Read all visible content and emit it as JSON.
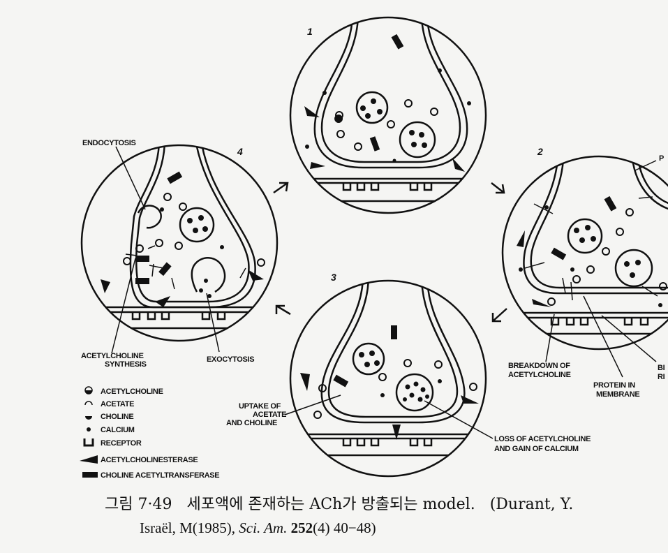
{
  "stage_numbers": [
    "1",
    "2",
    "3",
    "4"
  ],
  "labels": {
    "endocytosis": "ENDOCYTOSIS",
    "ach_synthesis_1": "ACETYLCHOLINE",
    "ach_synthesis_2": "SYNTHESIS",
    "exocytosis": "EXOCYTOSIS",
    "uptake_1": "UPTAKE OF",
    "uptake_2": "ACETATE",
    "uptake_3": "AND CHOLINE",
    "loss_1": "LOSS OF ACETYLCHOLINE",
    "loss_2": "AND GAIN OF CALCIUM",
    "breakdown_1": "BREAKDOWN OF",
    "breakdown_2": "ACETYLCHOLINE",
    "protein_1": "PROTEIN IN",
    "protein_2": "MEMBRANE",
    "cut_right_top": "P",
    "cut_right_mid_1": "BI",
    "cut_right_mid_2": "RI"
  },
  "legend": [
    {
      "icon": "acetylcholine-icon",
      "label": "ACETYLCHOLINE"
    },
    {
      "icon": "acetate-icon",
      "label": "ACETATE"
    },
    {
      "icon": "choline-icon",
      "label": "CHOLINE"
    },
    {
      "icon": "calcium-icon",
      "label": "CALCIUM"
    },
    {
      "icon": "receptor-icon",
      "label": "RECEPTOR"
    },
    {
      "icon": "acetylcholinesterase-icon",
      "label": "ACETYLCHOLINESTERASE"
    },
    {
      "icon": "choline-acetyltransferase-icon",
      "label": "CHOLINE ACETYLTRANSFERASE"
    }
  ],
  "caption": {
    "fig_label": "그림 7·49",
    "korean_text": "세포액에 존재하는 ACh가 방출되는 model.",
    "ref_start": "(Durant, Y.",
    "line2_authors": "Israël, M(1985),",
    "journal": "Sci. Am.",
    "volume": "252",
    "issue_pages": "(4) 40−48)"
  }
}
